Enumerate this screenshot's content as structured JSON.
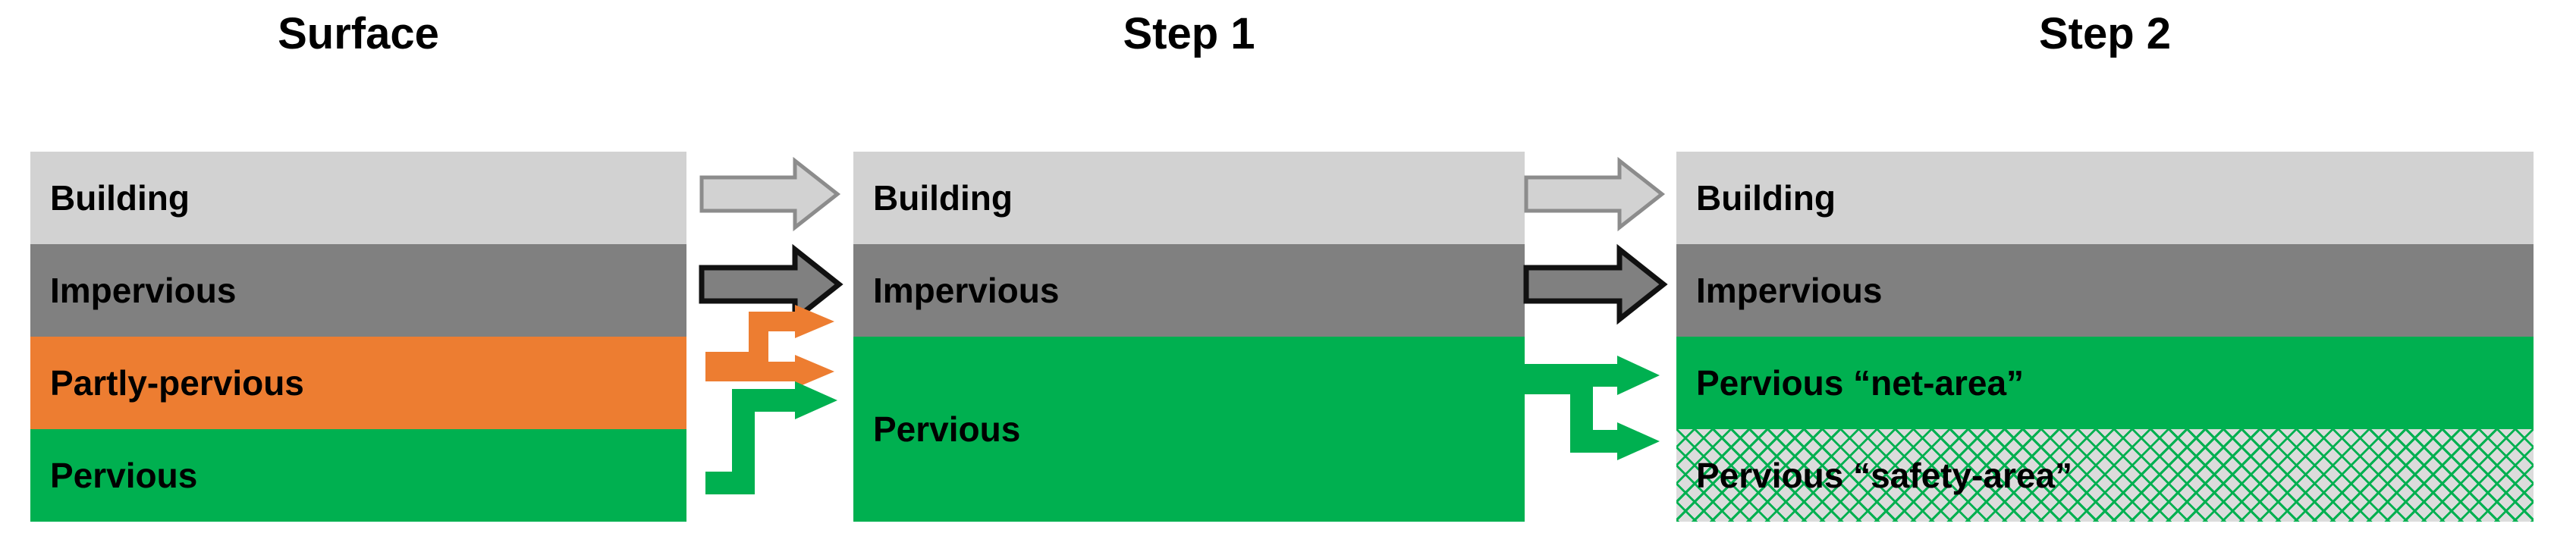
{
  "diagram": {
    "title_row": {
      "surface": "Surface",
      "step1": "Step 1",
      "step2": "Step 2"
    },
    "columns": [
      {
        "key": "surface",
        "header": "Surface",
        "bands": [
          {
            "label": "Building",
            "color": "#d2d2d2",
            "fill": "solid",
            "units": 1
          },
          {
            "label": "Impervious",
            "color": "#808080",
            "fill": "solid",
            "units": 1
          },
          {
            "label": "Partly-pervious",
            "color": "#ED7D31",
            "fill": "solid",
            "units": 1
          },
          {
            "label": "Pervious",
            "color": "#00B050",
            "fill": "solid",
            "units": 1
          }
        ]
      },
      {
        "key": "step1",
        "header": "Step 1",
        "bands": [
          {
            "label": "Building",
            "color": "#d2d2d2",
            "fill": "solid",
            "units": 1
          },
          {
            "label": "Impervious",
            "color": "#808080",
            "fill": "solid",
            "units": 1
          },
          {
            "label": "Pervious",
            "color": "#00B050",
            "fill": "solid",
            "units": 2
          }
        ]
      },
      {
        "key": "step2",
        "header": "Step 2",
        "bands": [
          {
            "label": "Building",
            "color": "#d2d2d2",
            "fill": "solid",
            "units": 1
          },
          {
            "label": "Impervious",
            "color": "#808080",
            "fill": "solid",
            "units": 1
          },
          {
            "label": "Pervious “net-area”",
            "color": "#00B050",
            "fill": "solid",
            "units": 1
          },
          {
            "label": "Pervious “safety-area”",
            "color": "#dcdcdc",
            "fill": "hatched",
            "units": 1
          }
        ]
      }
    ],
    "arrow_groups": [
      {
        "key": "surface-to-step1",
        "arrows": [
          {
            "name": "building-to-building-arrow",
            "style": "block",
            "color": "#d2d2d2",
            "outline": "#808080"
          },
          {
            "name": "impervious-to-impervious-arrow",
            "style": "block",
            "color": "#808080",
            "outline": "#000000"
          },
          {
            "name": "partly-pervious-to-impervious-arrow",
            "style": "elbow-up",
            "color": "#ED7D31",
            "outline": "none"
          },
          {
            "name": "partly-pervious-to-pervious-arrow",
            "style": "straight",
            "color": "#ED7D31",
            "outline": "none"
          },
          {
            "name": "pervious-to-pervious-arrow",
            "style": "elbow-up",
            "color": "#00B050",
            "outline": "none"
          }
        ]
      },
      {
        "key": "step1-to-step2",
        "arrows": [
          {
            "name": "building-to-building-arrow",
            "style": "block",
            "color": "#d2d2d2",
            "outline": "#808080"
          },
          {
            "name": "impervious-to-impervious-arrow",
            "style": "block",
            "color": "#808080",
            "outline": "#000000"
          },
          {
            "name": "pervious-to-net-area-arrow",
            "style": "split-straight",
            "color": "#00B050",
            "outline": "none"
          },
          {
            "name": "pervious-to-safety-area-arrow",
            "style": "split-down",
            "color": "#00B050",
            "outline": "none"
          }
        ]
      }
    ],
    "palette": {
      "building": "#d2d2d2",
      "impervious": "#808080",
      "partly_pervious": "#ED7D31",
      "pervious": "#00B050",
      "safety_area_fill": "#dcdcdc",
      "background": "#ffffff",
      "text": "#000000"
    }
  }
}
